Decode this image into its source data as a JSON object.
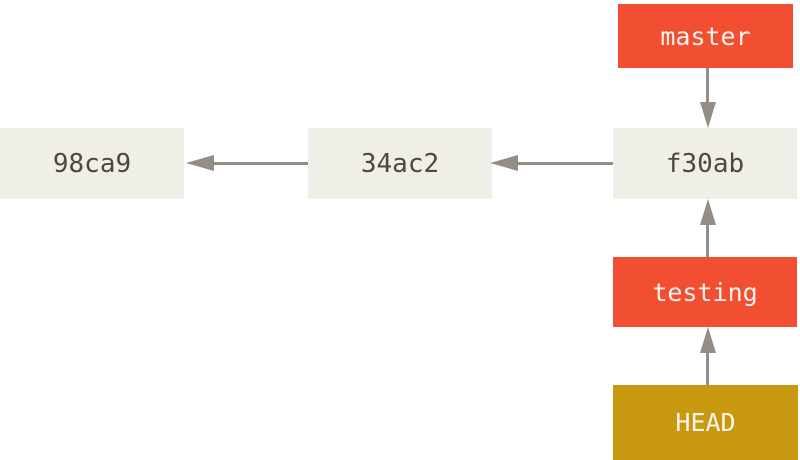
{
  "diagram_type": "git-commit-graph",
  "nodes": {
    "commits": [
      {
        "id": "98ca9"
      },
      {
        "id": "34ac2"
      },
      {
        "id": "f30ab"
      }
    ],
    "branches": [
      {
        "name": "master"
      },
      {
        "name": "testing"
      }
    ],
    "head": {
      "label": "HEAD"
    }
  },
  "edges": [
    {
      "from": "master",
      "to": "f30ab",
      "direction": "down"
    },
    {
      "from": "f30ab",
      "to": "34ac2",
      "direction": "left"
    },
    {
      "from": "34ac2",
      "to": "98ca9",
      "direction": "left"
    },
    {
      "from": "testing",
      "to": "f30ab",
      "direction": "up"
    },
    {
      "from": "HEAD",
      "to": "testing",
      "direction": "up"
    }
  ],
  "colors": {
    "background": "#FFFFFF",
    "commit_box": "#F0EFE7",
    "commit_text": "#4E4743",
    "branch_box": "#F14E32",
    "branch_text": "#FAF4EE",
    "head_box": "#C8990F",
    "head_text": "#FAF4EE",
    "arrow": "#948D85"
  }
}
